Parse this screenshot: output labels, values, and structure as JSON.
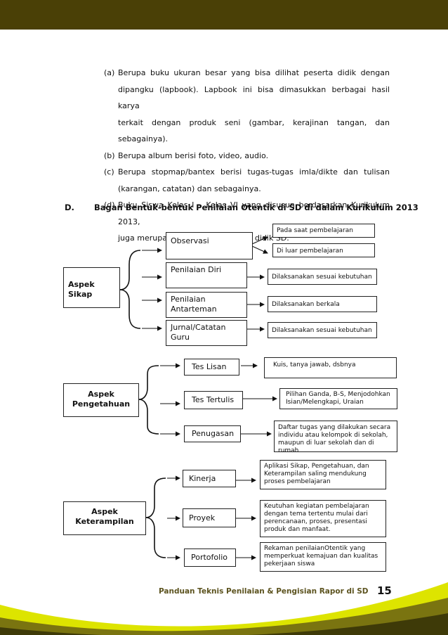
{
  "list": [
    {
      "label": "(a)",
      "lines": [
        "Berupa buku ukuran besar yang bisa dilihat peserta didik dengan",
        "dipangku (lapbook). Lapbook ini bisa dimasukkan berbagai hasil karya",
        "terkait dengan produk seni (gambar, kerajinan tangan, dan sebagainya)."
      ]
    },
    {
      "label": "(b)",
      "lines": [
        "Berupa album berisi foto, video, audio."
      ]
    },
    {
      "label": "(c)",
      "lines": [
        "Berupa stopmap/bantex berisi tugas-tugas imla/dikte dan tulisan",
        "(karangan, catatan) dan sebagainya."
      ]
    },
    {
      "label": "(d)",
      "lines": [
        "Buku Siswa Kelas I – Kelas VI yang disusun berdasarkan Kurikulum 2013,",
        "juga merupakan portofolio peserta didik SD."
      ]
    }
  ],
  "section": {
    "number": "D.",
    "title": "Bagan Bentuk-bentuk Penilaian Otentik di SD di dalam Kurikulum 2013"
  },
  "diagram": {
    "sikap": {
      "title": "Aspek\nSikap",
      "items": [
        {
          "label": "Observasi",
          "details": [
            "Pada saat pembelajaran",
            "Di luar pembelajaran"
          ]
        },
        {
          "label": "Penilaian Diri",
          "detail": "Dilaksanakan sesuai kebutuhan"
        },
        {
          "label": "Penilaian\nAntarteman",
          "detail": "Dilaksanakan berkala"
        },
        {
          "label": "Jurnal/Catatan\nGuru",
          "detail": "Dilaksanakan sesuai kebutuhan"
        }
      ]
    },
    "pengetahuan": {
      "title": "Aspek\nPengetahuan",
      "items": [
        {
          "label": "Tes Lisan",
          "detail": "Kuis, tanya jawab, dsbnya"
        },
        {
          "label": "Tes  Tertulis",
          "detail": "Pilihan Ganda, B-S, Menjodohkan\nIsian/Melengkapi, Uraian"
        },
        {
          "label": "Penugasan",
          "detail": "Daftar tugas yang dilakukan secara\nindividu atau kelompok di sekolah,\nmaupun di luar sekolah dan di rumah"
        }
      ]
    },
    "keterampilan": {
      "title": "Aspek\nKeterampilan",
      "items": [
        {
          "label": "Kinerja",
          "detail": "Aplikasi Sikap, Pengetahuan, dan\nKeterampilan saling mendukung\nproses  pembelajaran"
        },
        {
          "label": "Proyek",
          "detail": "Keutuhan kegiatan pembelajaran\ndengan tema tertentu mulai dari\nperencanaan, proses, presentasi\nproduk dan manfaat."
        },
        {
          "label": "Portofolio",
          "detail": "Rekaman penilaianOtentik yang\nmemperkuat kemajuan dan kualitas\npekerjaan siswa"
        }
      ]
    }
  },
  "footer": {
    "text": "Panduan Teknis Penilaian & Pengisian Rapor di SD",
    "page": "15"
  },
  "colors": {
    "top_band": "#4a4006",
    "footer_text": "#5c531f",
    "swoosh_yellow": "#dde400",
    "swoosh_olive": "#7a7410",
    "swoosh_dark": "#3e3a08"
  }
}
